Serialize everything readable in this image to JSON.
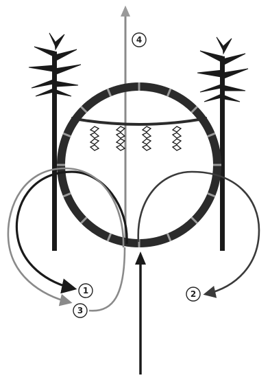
{
  "diagram": {
    "step_labels": [
      {
        "id": "step-1",
        "text": "1"
      },
      {
        "id": "step-2",
        "text": "2"
      },
      {
        "id": "step-3",
        "text": "3"
      },
      {
        "id": "step-4",
        "text": "4"
      }
    ],
    "icons": {
      "bamboo": "bamboo-plant-icon",
      "ring": "chinowa-grass-ring-icon",
      "shide": "shide-paper-streamer-icon",
      "arrow": "path-arrow-icon"
    },
    "colors": {
      "ink": "#1a1a1a",
      "ring_fill": "#2b2b2b",
      "ring_band": "#9a9a9a",
      "pale_path": "#8a8a8a",
      "path_2": "#3a3a3a",
      "background": "#ffffff"
    }
  }
}
